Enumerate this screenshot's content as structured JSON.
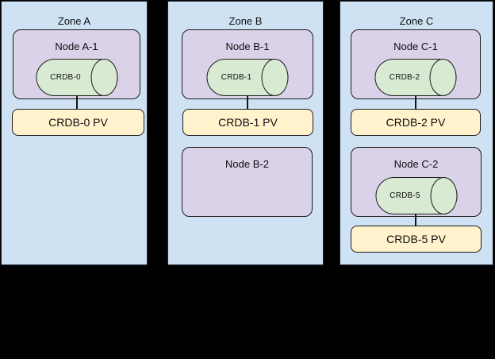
{
  "diagram": {
    "background_color": "#000000",
    "colors": {
      "zone_fill": "#cfe2f3",
      "node_fill": "#d9d2e9",
      "pod_cylinder_fill": "#d9ead3",
      "pv_fill": "#fff2cc",
      "outline": "#1c1c1c"
    }
  },
  "zones": [
    {
      "label": "Zone A",
      "nodes": [
        {
          "label": "Node A-1",
          "pod": "CRDB-0",
          "pv": "CRDB-0 PV"
        }
      ]
    },
    {
      "label": "Zone B",
      "nodes": [
        {
          "label": "Node B-1",
          "pod": "CRDB-1",
          "pv": "CRDB-1 PV"
        },
        {
          "label": "Node B-2"
        }
      ]
    },
    {
      "label": "Zone C",
      "nodes": [
        {
          "label": "Node C-1",
          "pod": "CRDB-2",
          "pv": "CRDB-2 PV"
        },
        {
          "label": "Node C-2",
          "pod": "CRDB-5",
          "pv": "CRDB-5 PV"
        }
      ]
    }
  ]
}
